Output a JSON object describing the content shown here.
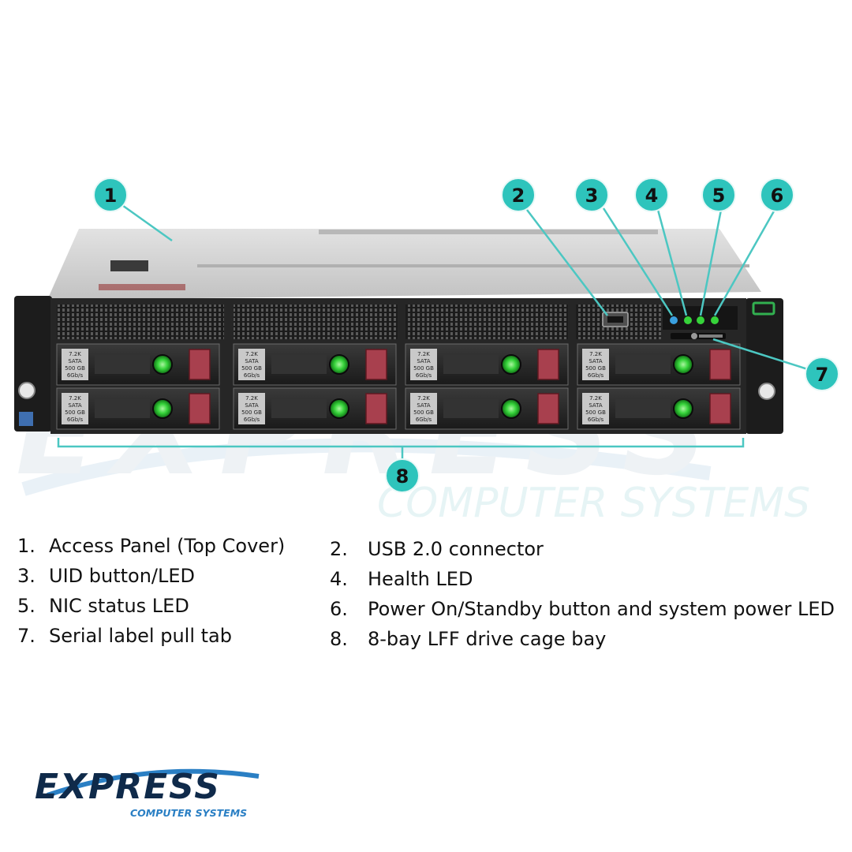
{
  "callouts": [
    "1",
    "2",
    "3",
    "4",
    "5",
    "6",
    "7",
    "8"
  ],
  "legend": {
    "left": [
      {
        "num": "1.",
        "text": "Access Panel (Top Cover)"
      },
      {
        "num": "3.",
        "text": "UID button/LED"
      },
      {
        "num": "5.",
        "text": "NIC status LED"
      },
      {
        "num": "7.",
        "text": "Serial label pull tab"
      }
    ],
    "right": [
      {
        "num": "2.",
        "text": "USB 2.0 connector"
      },
      {
        "num": "4.",
        "text": "Health LED"
      },
      {
        "num": "6.",
        "text": "Power On/Standby button and system power LED"
      },
      {
        "num": "8.",
        "text": "8-bay LFF drive cage bay"
      }
    ]
  },
  "drive_label": {
    "line1": "7.2K",
    "line2": "SATA",
    "line3": "500 GB",
    "line4": "6Gb/s"
  },
  "watermark": {
    "word": "EXPRESS",
    "tagline": "COMPUTER SYSTEMS"
  },
  "logo": {
    "word": "EXPRESS",
    "tagline": "COMPUTER SYSTEMS"
  },
  "colors": {
    "callout_teal": "#2ec4bc",
    "callout_line": "#4cc7c2",
    "chassis_dark": "#1e1e1e",
    "top_cover": "#d4d4d4",
    "drive_latch_red": "#a8404e",
    "led_green": "#36d33a",
    "led_blue": "#3aa0e0",
    "logo_navy": "#0f2a4a",
    "logo_blue": "#2a7fc4",
    "watermark": "#e6edf3"
  }
}
